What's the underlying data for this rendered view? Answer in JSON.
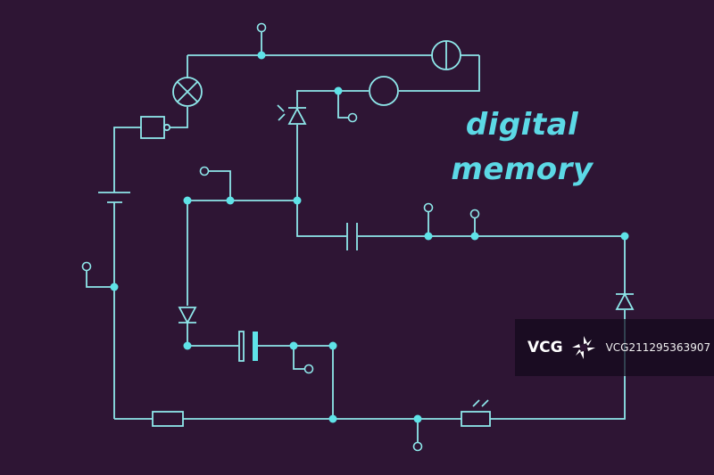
{
  "diagram": {
    "title_line1": "digital",
    "title_line2": "memory",
    "colors": {
      "background": "#2e1534",
      "wire": "#8ee7ea",
      "node": "#5fe3e8",
      "title": "#5cd9e6"
    }
  },
  "watermark": {
    "brand": "VCG",
    "image_id": "VCG211295363907"
  }
}
